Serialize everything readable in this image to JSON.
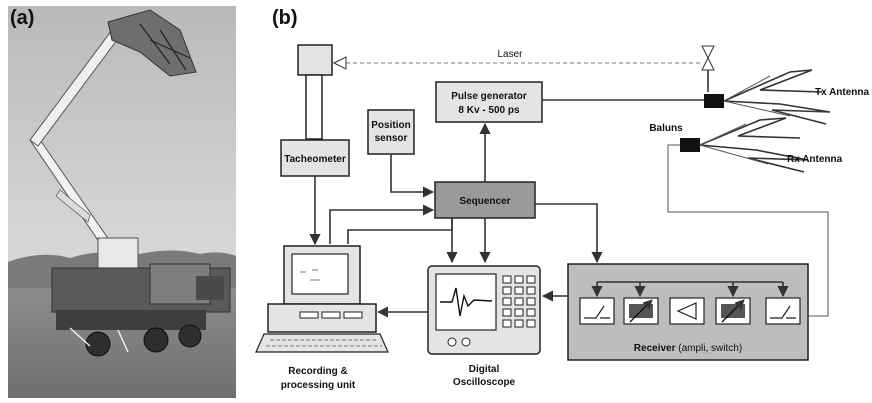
{
  "panels": {
    "a_label": "(a)",
    "b_label": "(b)"
  },
  "diagram": {
    "laser": "Laser",
    "pulse_generator_line1": "Pulse generator",
    "pulse_generator_line2": "8 Kv - 500 ps",
    "position_sensor_line1": "Position",
    "position_sensor_line2": "sensor",
    "tacheometer": "Tacheometer",
    "sequencer": "Sequencer",
    "baluns": "Baluns",
    "tx_antenna": "Tx Antenna",
    "rx_antenna": "Rx Antenna",
    "receiver_bold": "Receiver",
    "receiver_rest": " (ampli, switch)",
    "recording_line1": "Recording &",
    "recording_line2": "processing unit",
    "oscilloscope_line1": "Digital",
    "oscilloscope_line2": "Oscilloscope"
  },
  "colors": {
    "box_fill": "#e4e4e4",
    "sequencer_fill": "#9a9a9a",
    "receiver_fill": "#bdbdbd",
    "line": "#333333"
  }
}
